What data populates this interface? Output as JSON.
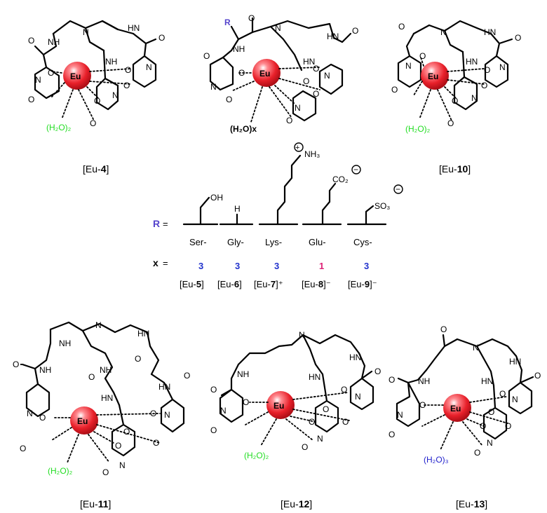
{
  "colors": {
    "water_green": "#22dd22",
    "water_blue": "#2222cc",
    "r_label": "#5544cc",
    "x_blue": "#2233cc",
    "x_pink": "#dd2277",
    "eu_sphere": "#e8202a"
  },
  "atoms": {
    "eu": "Eu",
    "nh": "NH",
    "hn": "HN",
    "n": "N",
    "o": "O"
  },
  "compounds": [
    {
      "id": "eu4",
      "label_pre": "[Eu-",
      "label_num": "4",
      "label_post": "]",
      "water": "(H₂O)₂",
      "water_color": "green"
    },
    {
      "id": "eu5to9",
      "label_pre": "",
      "label_num": "",
      "label_post": "",
      "water": "(H₂O)x",
      "water_color": "black"
    },
    {
      "id": "eu10",
      "label_pre": "[Eu-",
      "label_num": "10",
      "label_post": "]",
      "water": "(H₂O)₂",
      "water_color": "green"
    },
    {
      "id": "eu11",
      "label_pre": "[Eu-",
      "label_num": "11",
      "label_post": "]",
      "water": "(H₂O)₂",
      "water_color": "green"
    },
    {
      "id": "eu12",
      "label_pre": "[Eu-",
      "label_num": "12",
      "label_post": "]",
      "water": "(H₂O)₂",
      "water_color": "green"
    },
    {
      "id": "eu13",
      "label_pre": "[Eu-",
      "label_num": "13",
      "label_post": "]",
      "water": "(H₂O)₃",
      "water_color": "blue"
    }
  ],
  "r_group_label": "R",
  "equals": "=",
  "x_label": "x",
  "substituents": [
    {
      "name": "Ser-",
      "top": "OH",
      "x": "3",
      "x_color": "blue",
      "complex_pre": "[Eu-",
      "complex_num": "5",
      "complex_post": "]"
    },
    {
      "name": "Gly-",
      "top": "H",
      "x": "3",
      "x_color": "blue",
      "complex_pre": "[Eu-",
      "complex_num": "6",
      "complex_post": "]"
    },
    {
      "name": "Lys-",
      "top": "NH₃",
      "x": "3",
      "x_color": "blue",
      "complex_pre": "[Eu-",
      "complex_num": "7",
      "complex_post": "]⁺"
    },
    {
      "name": "Glu-",
      "top": "CO₂",
      "x": "1",
      "x_color": "pink",
      "complex_pre": "[Eu-",
      "complex_num": "8",
      "complex_post": "]⁻"
    },
    {
      "name": "Cys-",
      "top": "SO₃",
      "x": "3",
      "x_color": "blue",
      "complex_pre": "[Eu-",
      "complex_num": "9",
      "complex_post": "]⁻"
    }
  ]
}
